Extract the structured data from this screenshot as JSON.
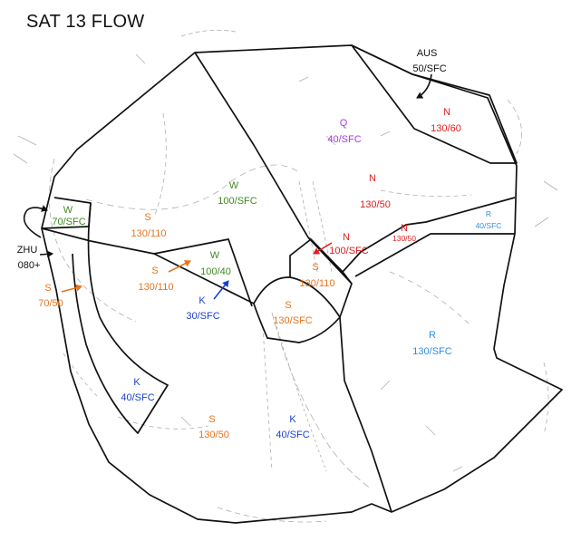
{
  "title": "SAT 13 FLOW",
  "colors": {
    "N": "#e11b1b",
    "S": "#e8741c",
    "W": "#3f8a23",
    "K": "#1a3fd0",
    "Q": "#a23de0",
    "R": "#2e8fe0",
    "black": "#111111"
  },
  "sectors": {
    "q": {
      "letter": "Q",
      "alt": "40/SFC"
    },
    "n_upper": {
      "letter": "N",
      "alt": "130/60"
    },
    "w_upper": {
      "letter": "W",
      "alt": "100/SFC"
    },
    "n_middle": {
      "letter": "N",
      "alt": "130/50"
    },
    "w_small": {
      "letter": "W",
      "alt": "70/SFC"
    },
    "s_west": {
      "letter": "S",
      "alt": "130/110"
    },
    "n_east": {
      "letter": "N",
      "alt": "130/50"
    },
    "r_small": {
      "letter": "R",
      "alt": "40/SFC"
    },
    "n_center": {
      "letter": "N",
      "alt": "100/SFC"
    },
    "w_inner": {
      "letter": "W",
      "alt": "100/40"
    },
    "s_inner": {
      "letter": "S",
      "alt": "130/110"
    },
    "s_center": {
      "letter": "S",
      "alt": "130/110"
    },
    "k_inner": {
      "letter": "K",
      "alt": "30/SFC"
    },
    "s_core": {
      "letter": "S",
      "alt": "130/SFC"
    },
    "r_east": {
      "letter": "R",
      "alt": "130/SFC"
    },
    "s_outside": {
      "letter": "S",
      "alt": "70/50"
    },
    "k_west": {
      "letter": "K",
      "alt": "40/SFC"
    },
    "s_south": {
      "letter": "S",
      "alt": "130/50"
    },
    "k_south": {
      "letter": "K",
      "alt": "40/SFC"
    }
  },
  "entry_points": {
    "aus": {
      "name": "AUS",
      "alt": "50/SFC"
    },
    "zhu": {
      "name": "ZHU",
      "alt": "080+"
    }
  }
}
